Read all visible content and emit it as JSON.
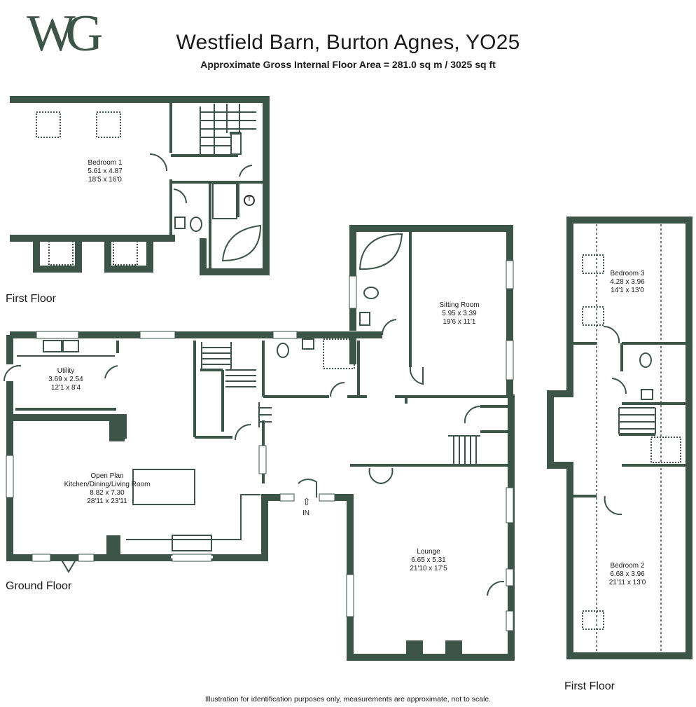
{
  "header": {
    "logo_text": "WG",
    "title": "Westfield Barn, Burton Agnes, YO25",
    "subtitle": "Approximate Gross Internal Floor Area = 281.0 sq m / 3025 sq ft"
  },
  "floors": {
    "first_floor_top": "First Floor",
    "ground_floor": "Ground Floor",
    "first_floor_right": "First Floor"
  },
  "rooms": {
    "bedroom1": {
      "name": "Bedroom 1",
      "metric": "5.61 x 4.87",
      "imperial": "18'5 x 16'0"
    },
    "sitting": {
      "name": "Sitting Room",
      "metric": "5.95 x 3.39",
      "imperial": "19'6 x 11'1"
    },
    "bedroom3": {
      "name": "Bedroom 3",
      "metric": "4.28 x 3.96",
      "imperial": "14'1 x 13'0"
    },
    "utility": {
      "name": "Utility",
      "metric": "3.69 x 2.54",
      "imperial": "12'1 x 8'4"
    },
    "openplan": {
      "name": "Open Plan",
      "name2": "Kitchen/Dining/Living Room",
      "metric": "8.82 x 7.30",
      "imperial": "28'11 x 23'11"
    },
    "lounge": {
      "name": "Lounge",
      "metric": "6.65 x 5.31",
      "imperial": "21'10 x 17'5"
    },
    "bedroom2": {
      "name": "Bedroom 2",
      "metric": "6.68 x 3.96",
      "imperial": "21'11 x 13'0"
    }
  },
  "labels": {
    "entrance": "IN",
    "cupboard": "T"
  },
  "footer": "Illustration for identification purposes only, measurements are approximate, not to scale.",
  "colors": {
    "wall": "#3d5448",
    "text": "#1a1a1a",
    "window": "#ffffff"
  }
}
